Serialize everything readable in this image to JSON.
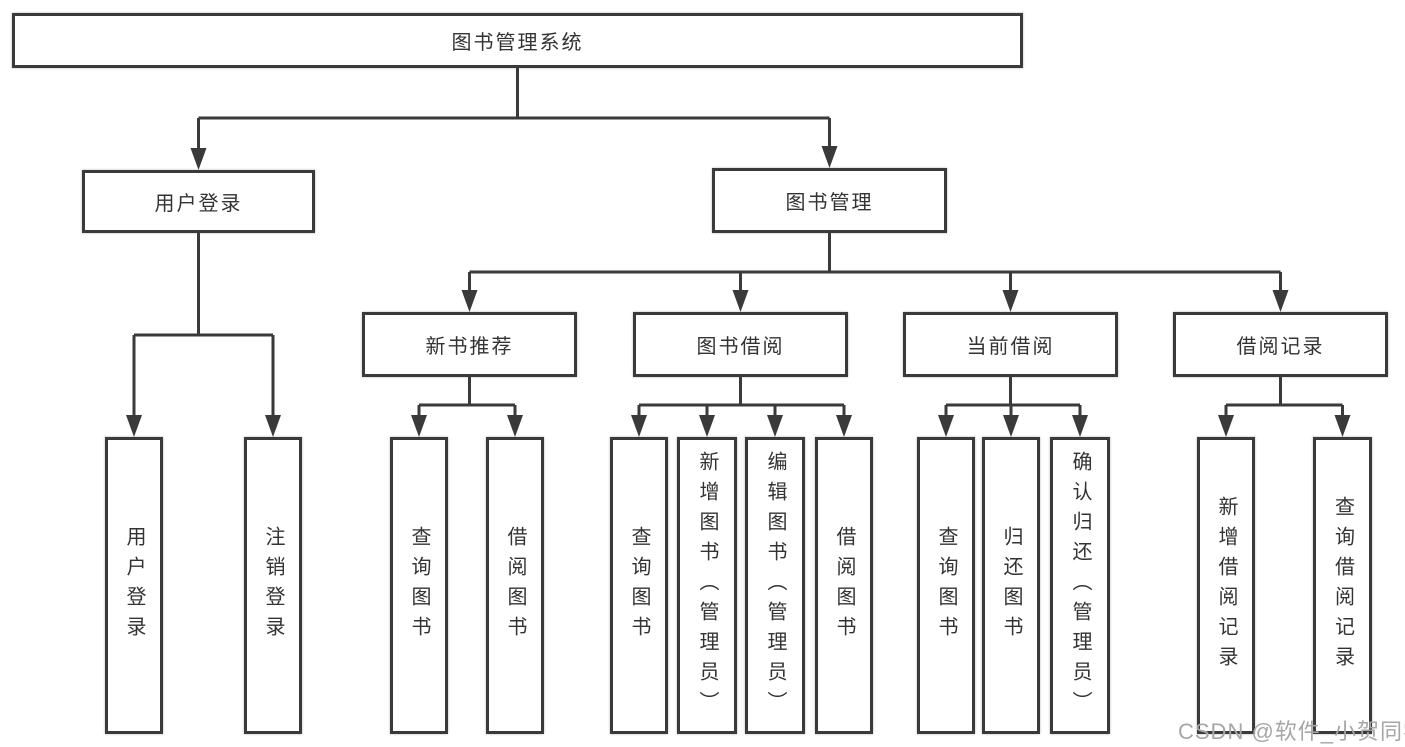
{
  "colors": {
    "line": "#3a3a3a",
    "text": "#333333",
    "box_background": "#ffffff",
    "page_background": "#ffffff",
    "watermark": "#a6a6a6"
  },
  "watermark": "CSDN @软件_小贺同学",
  "tree": {
    "root": "图书管理系统",
    "level1": [
      "用户登录",
      "图书管理"
    ],
    "level2": [
      "新书推荐",
      "图书借阅",
      "当前借阅",
      "借阅记录"
    ],
    "leaves": {
      "user_login": [
        "用户登录",
        "注销登录"
      ],
      "new_books": [
        "查询图书",
        "借阅图书"
      ],
      "book_borrow": [
        "查询图书",
        "新增图书（管理员）",
        "编辑图书（管理员）",
        "借阅图书"
      ],
      "current_borrow": [
        "查询图书",
        "归还图书",
        "确认归还（管理员）"
      ],
      "borrow_records": [
        "新增借阅记录",
        "查询借阅记录"
      ]
    }
  }
}
